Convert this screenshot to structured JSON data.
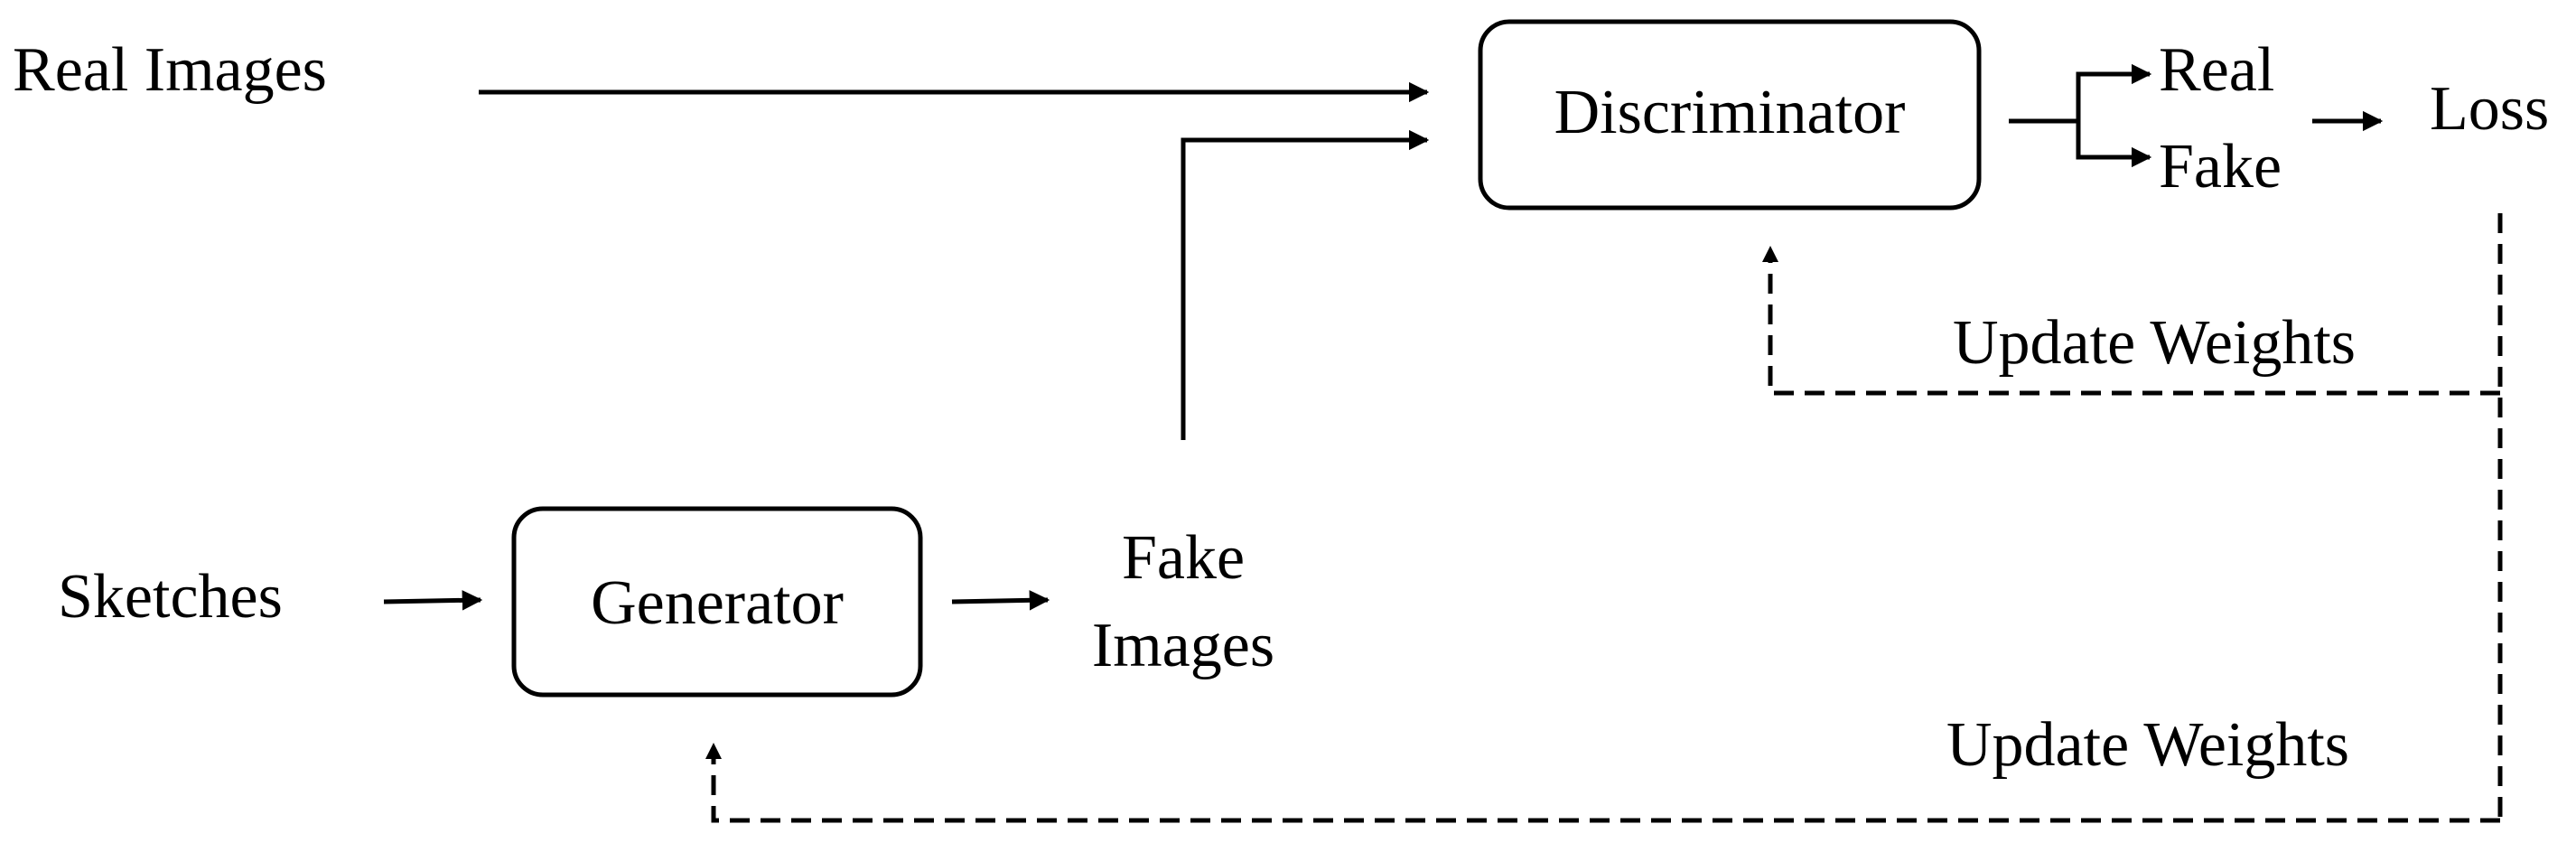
{
  "inputs": {
    "real_images": "Real Images",
    "sketches": "Sketches"
  },
  "nodes": {
    "discriminator": "Discriminator",
    "generator": "Generator",
    "fake_images_line1": "Fake",
    "fake_images_line2": "Images"
  },
  "outputs": {
    "real": "Real",
    "fake": "Fake",
    "loss": "Loss"
  },
  "feedback": {
    "update_discriminator": "Update Weights",
    "update_generator": "Update Weights"
  }
}
